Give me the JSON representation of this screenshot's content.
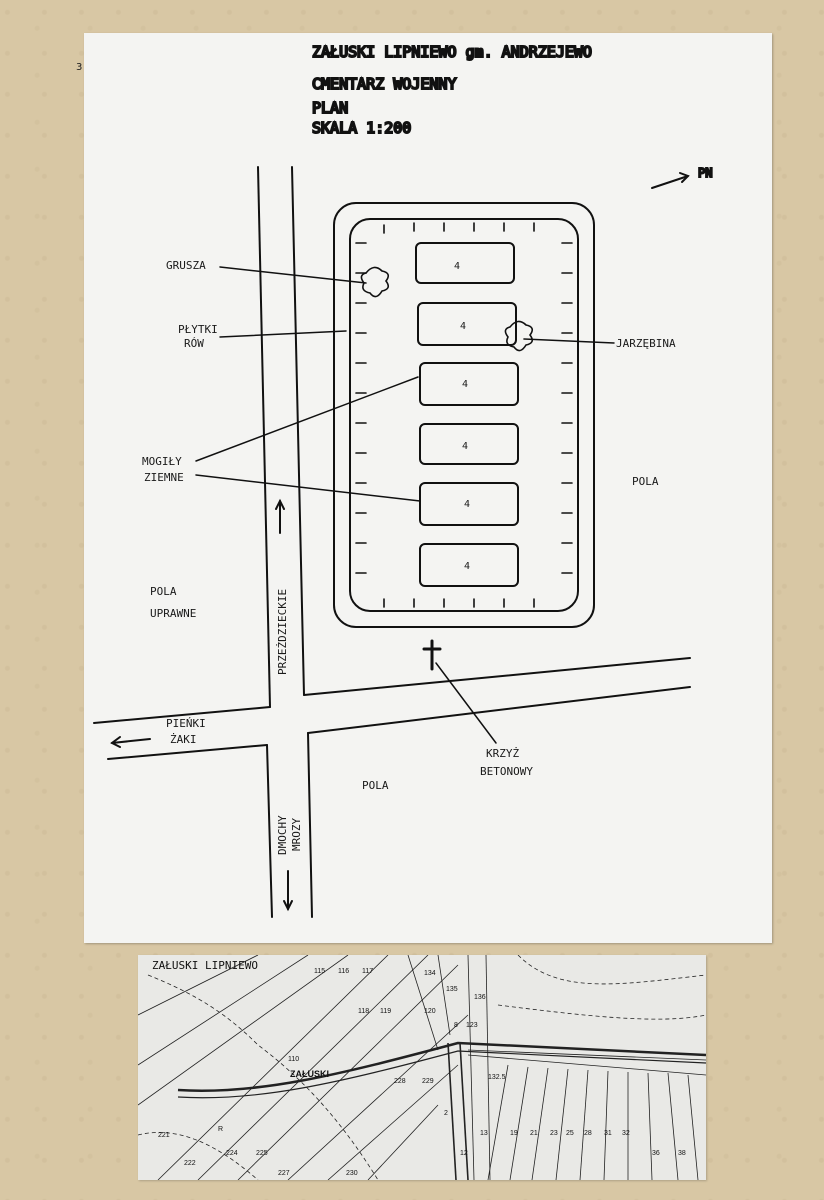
{
  "page_number": "3",
  "header": {
    "line1": "ZAŁUSKI LIPNIEWO gm. ANDRZEJEWO",
    "line2": "CMENTARZ WOJENNY",
    "line3": "PLAN",
    "line4": "SKALA 1:200"
  },
  "north_label": "PN",
  "labels": {
    "grusza": "GRUSZA",
    "plytki_1": "PŁYTKI",
    "plytki_2": "RÓW",
    "jarzebina": "JARZĘBINA",
    "mogily_1": "MOGIŁY",
    "mogily_2": "ZIEMNE",
    "pola_right": "POLA",
    "pola_left_1": "POLA",
    "pola_left_2": "UPRAWNE",
    "road_vertical": "PRZEŻDZIECKIE",
    "road_left_1": "PIEŃKI",
    "road_left_2": "ŻAKI",
    "cross_1": "KRZYŻ",
    "cross_2": "BETONOWY",
    "pola_bottom": "POLA",
    "road_bottom_1": "DMOCHY",
    "road_bottom_2": "MROZY"
  },
  "grave_marks": [
    "4",
    "4",
    "4",
    "4",
    "4",
    "4"
  ],
  "cadastral": {
    "title": "ZAŁUSKI LIPNIEWO",
    "road_label": "ZAŁUSKI",
    "parcels": [
      "115",
      "116",
      "117",
      "118",
      "119",
      "120",
      "134",
      "135",
      "136",
      "123",
      "8",
      "228",
      "229",
      "2",
      "12",
      "13",
      "221",
      "222",
      "224",
      "225",
      "227",
      "230",
      "19",
      "21",
      "23",
      "25",
      "28",
      "31",
      "32",
      "36",
      "38",
      "R"
    ],
    "elevations": [
      "132.5",
      "110"
    ]
  }
}
